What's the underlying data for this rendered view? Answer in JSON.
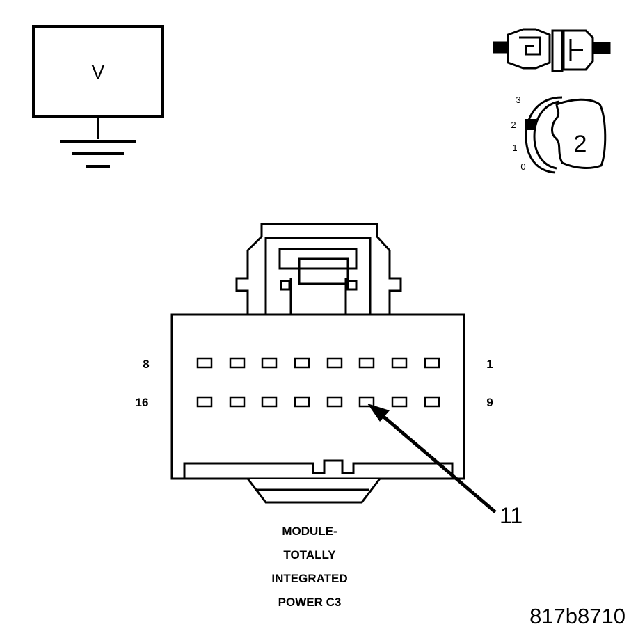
{
  "meter": {
    "label": "V"
  },
  "ignition": {
    "positions": [
      "3",
      "2",
      "1",
      "0"
    ],
    "selected": "2"
  },
  "connector": {
    "pin_row1": {
      "left": "8",
      "right": "1"
    },
    "pin_row2": {
      "left": "16",
      "right": "9"
    },
    "callout": "11",
    "caption_lines": [
      "MODULE-",
      "TOTALLY",
      "INTEGRATED",
      "POWER C3"
    ]
  },
  "figure_code": "817b8710"
}
